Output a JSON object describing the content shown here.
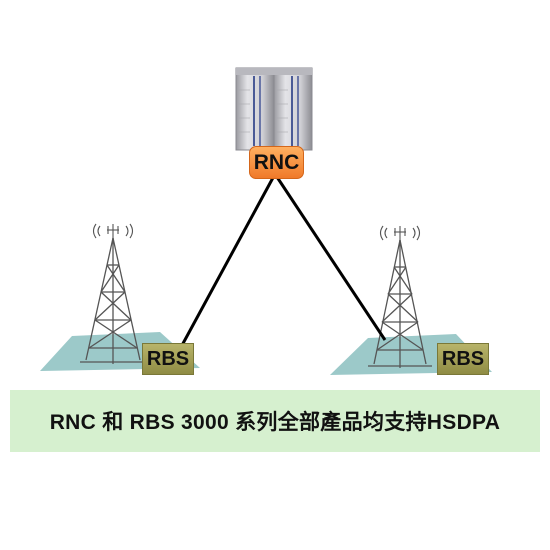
{
  "rnc": {
    "label": "RNC"
  },
  "base_stations": [
    {
      "label": "RBS"
    },
    {
      "label": "RBS"
    }
  ],
  "caption": "RNC 和 RBS 3000 系列全部產品均支持HSDPA",
  "colors": {
    "rnc_label_bg": "#f58a3a",
    "rbs_label_bg": "#a8a45a",
    "ground": "#9cc9c9",
    "caption_bg": "#d6f0cf",
    "link_line": "#000000",
    "tower": "#555555",
    "server_cabinet": "#c8c8cc"
  }
}
